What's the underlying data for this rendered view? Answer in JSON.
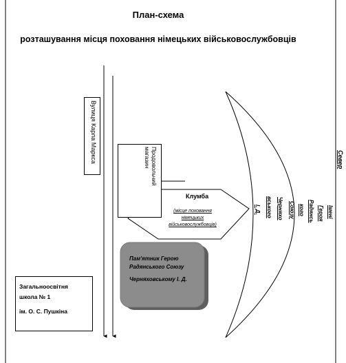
{
  "title": "План-схема",
  "subtitle": "розташування місця поховання німецьких військовослужбовців",
  "street_label": "Вулиця Карла Маркса",
  "shop_label": "Продовольчий магазин",
  "flowerbed": {
    "label": "Клумба",
    "note_lines": [
      "(місце поховання",
      "німецьких",
      "військовослужбовців)"
    ]
  },
  "monument_lines": [
    "Пам'ятник Герою",
    "Радянського Союзу",
    "Черняховському І. Д."
  ],
  "school_lines": [
    "Загальноосвітня",
    "школа № 1",
    "ім. О. С. Пушкіна"
  ],
  "square_lines": [
    "Імені",
    "Героя",
    "Радянсь",
    "кого",
    "Союзу",
    "Черняхо",
    "вського",
    "І. Д."
  ],
  "north_label": "Север",
  "colors": {
    "monument_fill": "#8c8c8c",
    "monument_shadow": "#5f5f5f",
    "line": "#000000"
  }
}
